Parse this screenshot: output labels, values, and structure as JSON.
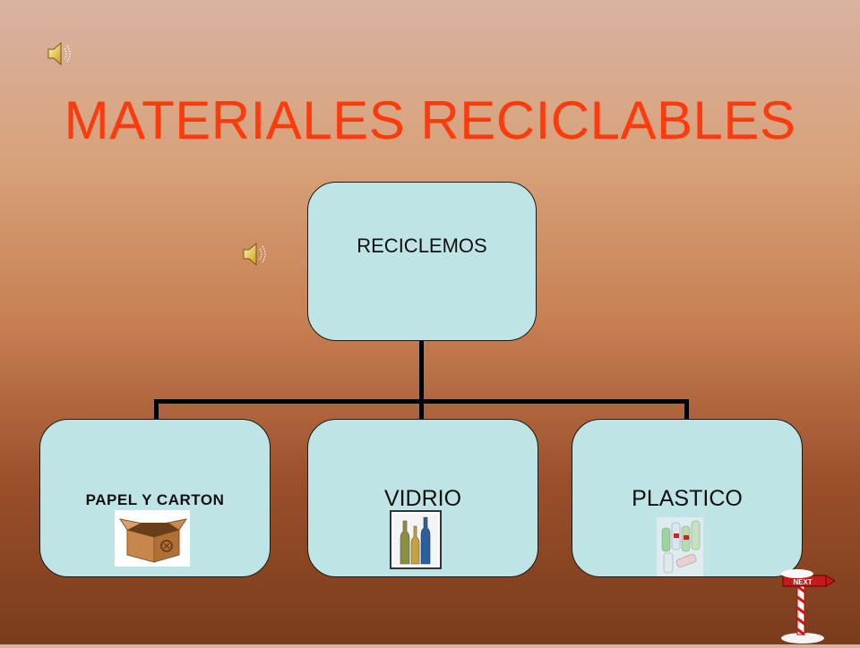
{
  "slide": {
    "title": "MATERIALES RECICLABLES",
    "root_label": "RECICLEMOS",
    "children": [
      {
        "label": "PAPEL Y  CARTON",
        "image": "cardboard-box-recycle"
      },
      {
        "label": "VIDRIO",
        "image": "glass-bottles"
      },
      {
        "label": "PLASTICO",
        "image": "plastic-bottles"
      }
    ],
    "next_sign_text": "NEXT"
  },
  "icons": [
    "speaker-icon",
    "speaker-icon"
  ],
  "colors": {
    "title": "#ff3a0d",
    "box_fill": "#bfe4e6",
    "connector": "#000000"
  }
}
